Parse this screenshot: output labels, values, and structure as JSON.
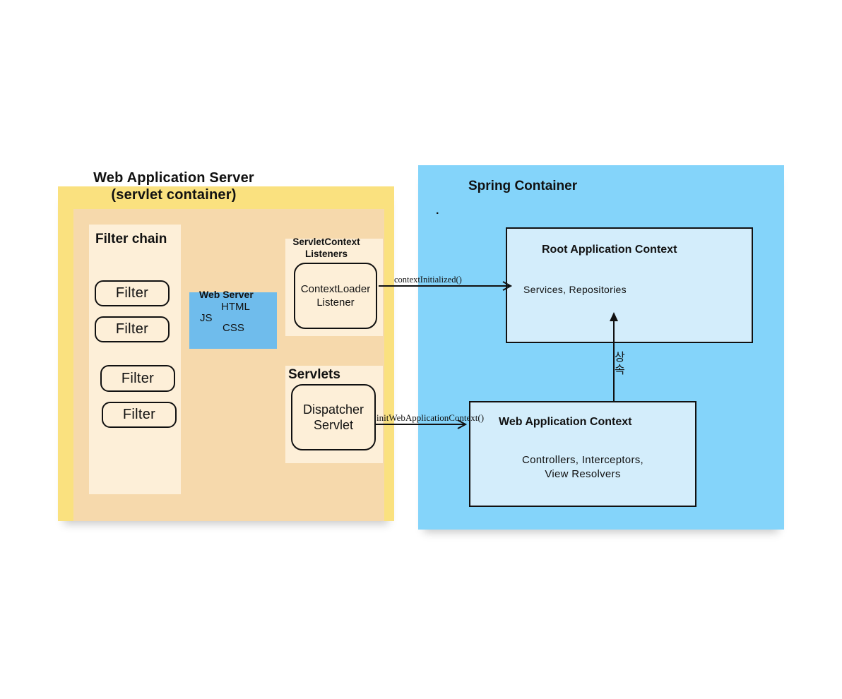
{
  "was": {
    "title_line1": "Web Application Server",
    "title_line2": "(servlet container)",
    "filter_chain": {
      "title": "Filter chain",
      "filters": [
        "Filter",
        "Filter",
        "Filter",
        "Filter"
      ]
    },
    "web_server": {
      "title": "Web Server",
      "items": [
        "HTML",
        "JS",
        "CSS"
      ]
    },
    "listeners": {
      "title_line1": "ServletContext",
      "title_line2": "Listeners",
      "node_line1": "ContextLoader",
      "node_line2": "Listener"
    },
    "servlets": {
      "title": "Servlets",
      "node_line1": "Dispatcher",
      "node_line2": "Servlet"
    }
  },
  "spring": {
    "title": "Spring Container",
    "dot": ".",
    "root_context": {
      "title": "Root Application Context",
      "body": "Services, Repositories"
    },
    "web_context": {
      "title": "Web Application Context",
      "body_line1": "Controllers, Interceptors,",
      "body_line2": "View Resolvers"
    }
  },
  "arrows": {
    "context_initialized": "contextInitialized()",
    "init_web_app_context": "initWebApplicationContext()",
    "inheritance": "상속"
  },
  "colors": {
    "was_outer": "#fae17f",
    "was_inner": "#f6d9ac",
    "panel": "#fdefd8",
    "web_server": "#6fbcec",
    "spring": "#84d4fa",
    "context_box": "#d3edfb"
  }
}
